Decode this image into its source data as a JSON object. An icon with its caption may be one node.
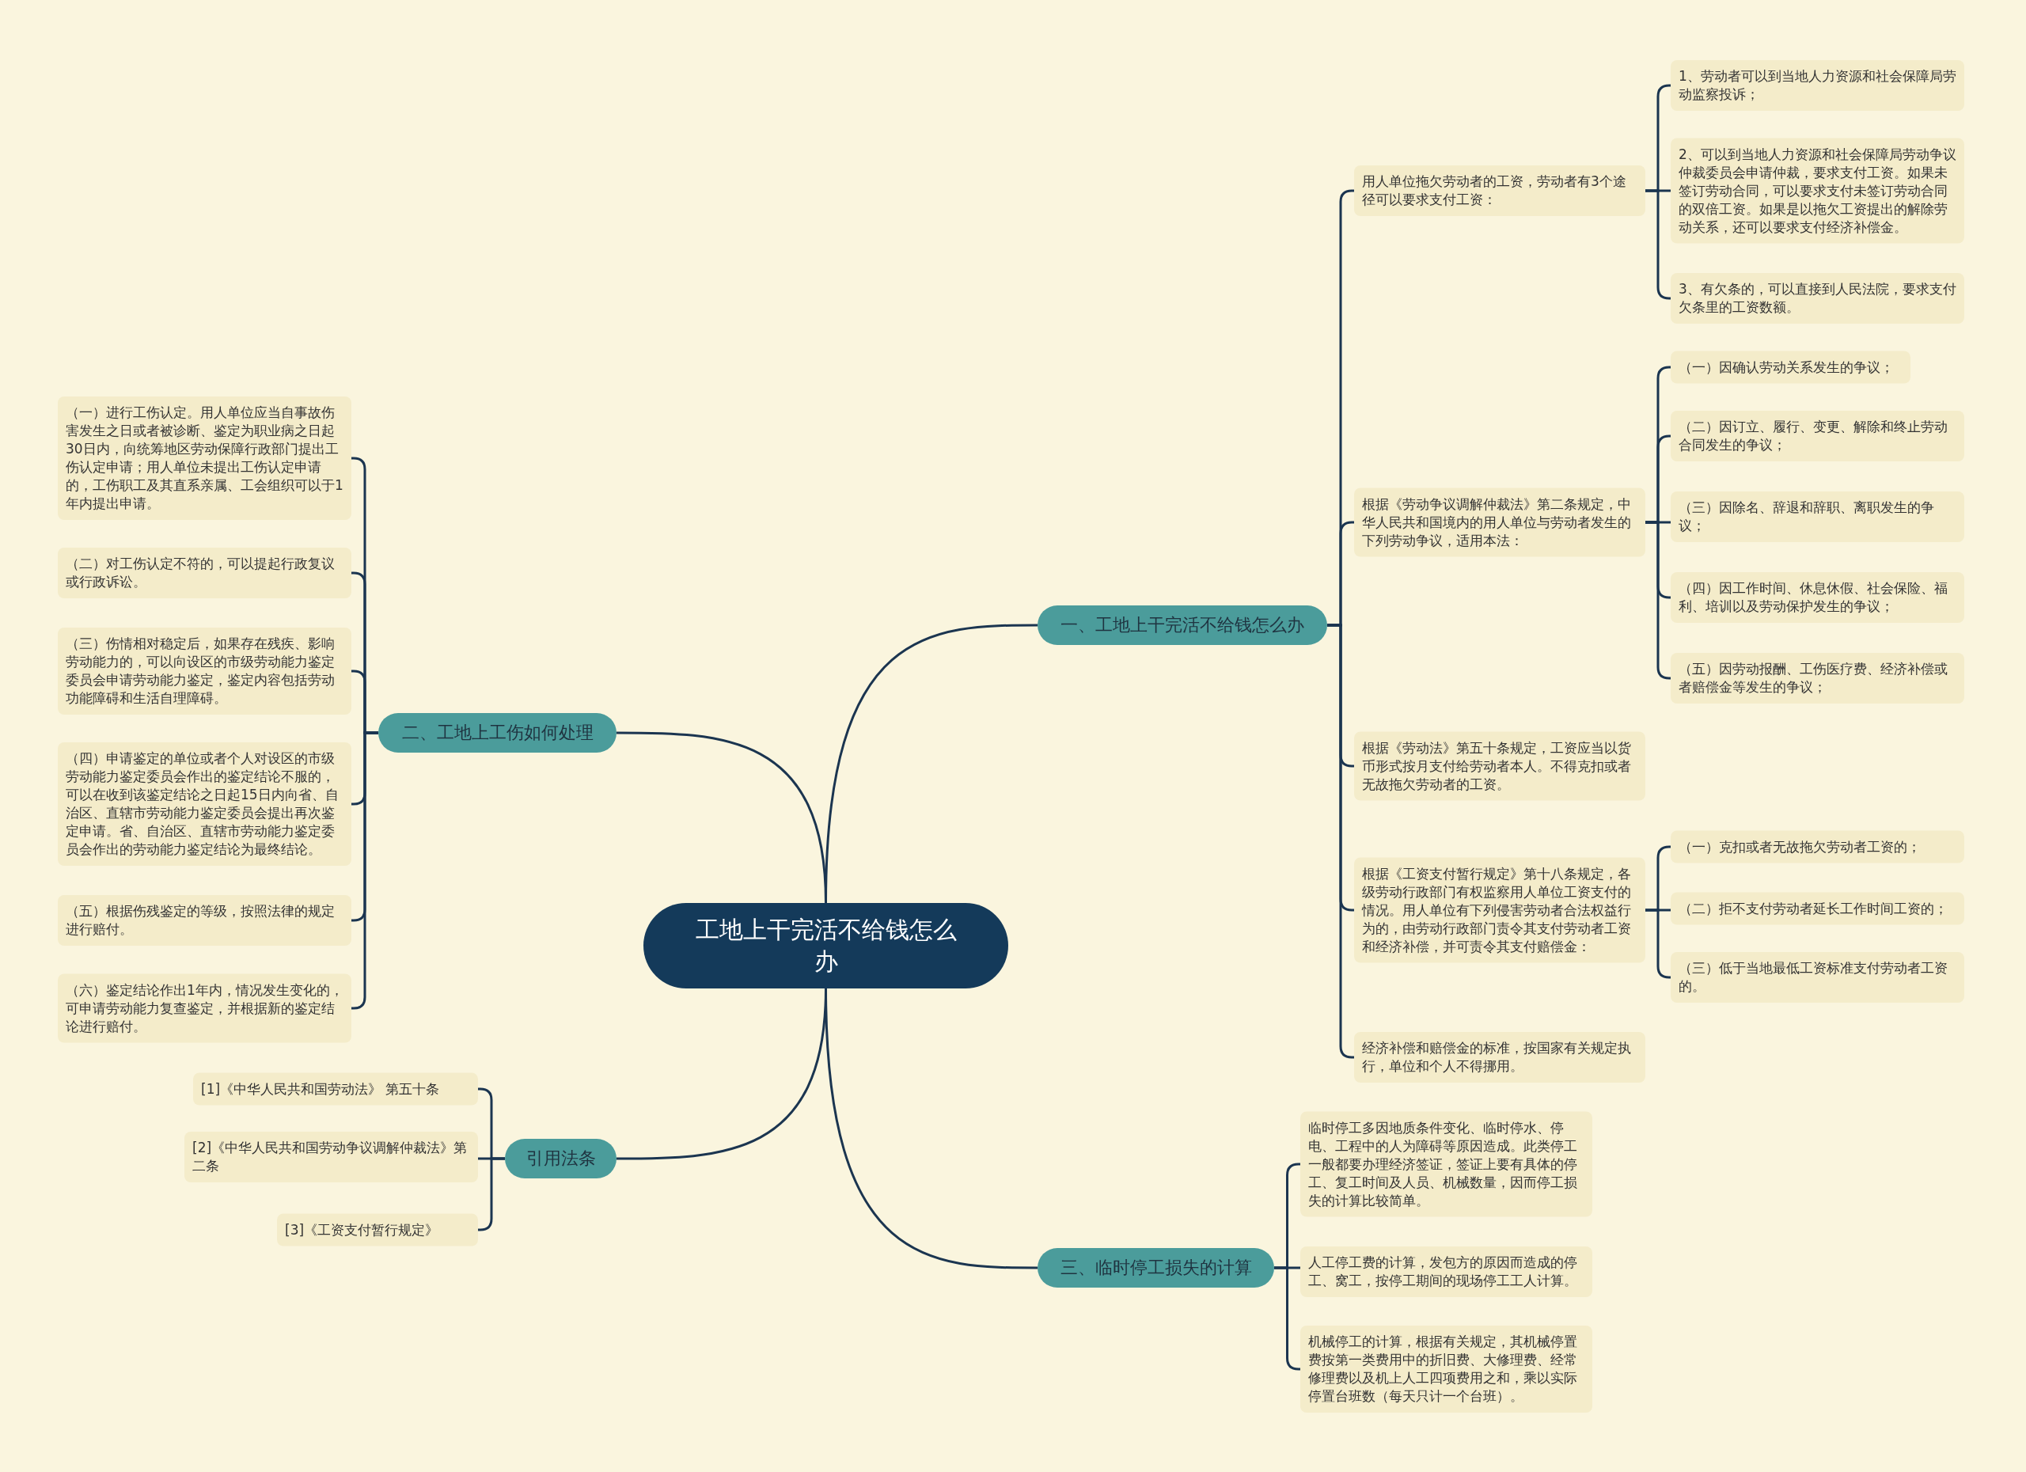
{
  "diagram": {
    "nodes": [
      {
        "text": [
          "工地上干完活不给钱怎么办"
        ]
      },
      {
        "text": [
          "一、工地上干完活不给钱怎么办"
        ]
      },
      {
        "text": [
          "用人单位拖欠劳动者的工资，劳动者有3个途径可以要求支付工资："
        ]
      },
      {
        "text": [
          "1、劳动者可以到当地人力资源和社会保障局劳动监察投诉；"
        ]
      },
      {
        "text": [
          "2、可以到当地人力资源和社会保障局劳动争议仲裁委员会申请仲裁，要求支付工资。如果未签订劳动合同，可以要求支付未签订劳动合同的双倍工资。如果是以拖欠工资提出的解除劳动关系，还可以要求支付经济补偿金。"
        ]
      },
      {
        "text": [
          "3、有欠条的，可以直接到人民法院，要求支付欠条里的工资数额。"
        ]
      },
      {
        "text": [
          "根据《劳动争议调解仲裁法》第二条规定，中华人民共和国境内的用人单位与劳动者发生的下列劳动争议，适用本法："
        ]
      },
      {
        "text": [
          "（一）因确认劳动关系发生的争议；"
        ]
      },
      {
        "text": [
          "（二）因订立、履行、变更、解除和终止劳动合同发生的争议；"
        ]
      },
      {
        "text": [
          "（三）因除名、辞退和辞职、离职发生的争议；"
        ]
      },
      {
        "text": [
          "（四）因工作时间、休息休假、社会保险、福利、培训以及劳动保护发生的争议；"
        ]
      },
      {
        "text": [
          "（五）因劳动报酬、工伤医疗费、经济补偿或者赔偿金等发生的争议；"
        ]
      },
      {
        "text": [
          "根据《劳动法》第五十条规定，工资应当以货币形式按月支付给劳动者本人。不得克扣或者无故拖欠劳动者的工资。"
        ]
      },
      {
        "text": [
          "根据《工资支付暂行规定》第十八条规定，各级劳动行政部门有权监察用人单位工资支付的情况。用人单位有下列侵害劳动者合法权益行为的，由劳动行政部门责令其支付劳动者工资和经济补偿，并可责令其支付赔偿金："
        ]
      },
      {
        "text": [
          "（一）克扣或者无故拖欠劳动者工资的；"
        ]
      },
      {
        "text": [
          "（二）拒不支付劳动者延长工作时间工资的；"
        ]
      },
      {
        "text": [
          "（三）低于当地最低工资标准支付劳动者工资的。"
        ]
      },
      {
        "text": [
          "经济补偿和赔偿金的标准，按国家有关规定执行，单位和个人不得挪用。"
        ]
      },
      {
        "text": [
          "二、工地上工伤如何处理"
        ]
      },
      {
        "text": [
          "（一）进行工伤认定。用人单位应当自事故伤害发生之日或者被诊断、鉴定为职业病之日起30日内，向统筹地区劳动保障行政部门提出工伤认定申请；用人单位未提出工伤认定申请的，工伤职工及其直系亲属、工会组织可以于1年内提出申请。"
        ]
      },
      {
        "text": [
          "（二）对工伤认定不符的，可以提起行政复议或行政诉讼。"
        ]
      },
      {
        "text": [
          "（三）伤情相对稳定后，如果存在残疾、影响劳动能力的，可以向设区的市级劳动能力鉴定委员会申请劳动能力鉴定，鉴定内容包括劳动功能障碍和生活自理障碍。"
        ]
      },
      {
        "text": [
          "（四）申请鉴定的单位或者个人对设区的市级劳动能力鉴定委员会作出的鉴定结论不服的，可以在收到该鉴定结论之日起15日内向省、自治区、直辖市劳动能力鉴定委员会提出再次鉴定申请。省、自治区、直辖市劳动能力鉴定委员会作出的劳动能力鉴定结论为最终结论。"
        ]
      },
      {
        "text": [
          "（五）根据伤残鉴定的等级，按照法律的规定进行赔付。"
        ]
      },
      {
        "text": [
          "（六）鉴定结论作出1年内，情况发生变化的，可申请劳动能力复查鉴定，并根据新的鉴定结论进行赔付。"
        ]
      },
      {
        "text": [
          "引用法条"
        ]
      },
      {
        "text": [
          "[1]《中华人民共和国劳动法》 第五十条"
        ]
      },
      {
        "text": [
          "[2]《中华人民共和国劳动争议调解仲裁法》第二条"
        ]
      },
      {
        "text": [
          "[3]《工资支付暂行规定》"
        ]
      },
      {
        "text": [
          "三、临时停工损失的计算"
        ]
      },
      {
        "text": [
          "临时停工多因地质条件变化、临时停水、停电、工程中的人为障碍等原因造成。此类停工一般都要办理经济签证，签证上要有具体的停工、复工时间及人员、机械数量，因而停工损失的计算比较简单。"
        ]
      },
      {
        "text": [
          "人工停工费的计算，发包方的原因而造成的停工、窝工，按停工期间的现场停工工人计算。"
        ]
      },
      {
        "text": [
          "机械停工的计算，根据有关规定，其机械停置费按第一类费用中的折旧费、大修理费、经常修理费以及机上人工四项费用之和，乘以实际停置台班数（每天只计一个台班）。"
        ]
      }
    ],
    "edges": [
      {
        "from": 0,
        "to": 1,
        "arrow": "none"
      },
      {
        "from": 1,
        "to": 2,
        "arrow": "none"
      },
      {
        "from": 2,
        "to": 3,
        "arrow": "none"
      },
      {
        "from": 2,
        "to": 4,
        "arrow": "none"
      },
      {
        "from": 2,
        "to": 5,
        "arrow": "none"
      },
      {
        "from": 1,
        "to": 6,
        "arrow": "none"
      },
      {
        "from": 6,
        "to": 7,
        "arrow": "none"
      },
      {
        "from": 6,
        "to": 8,
        "arrow": "none"
      },
      {
        "from": 6,
        "to": 9,
        "arrow": "none"
      },
      {
        "from": 6,
        "to": 10,
        "arrow": "none"
      },
      {
        "from": 6,
        "to": 11,
        "arrow": "none"
      },
      {
        "from": 1,
        "to": 12,
        "arrow": "none"
      },
      {
        "from": 1,
        "to": 13,
        "arrow": "none"
      },
      {
        "from": 13,
        "to": 14,
        "arrow": "none"
      },
      {
        "from": 13,
        "to": 15,
        "arrow": "none"
      },
      {
        "from": 13,
        "to": 16,
        "arrow": "none"
      },
      {
        "from": 1,
        "to": 17,
        "arrow": "none"
      },
      {
        "from": 0,
        "to": 18,
        "arrow": "none"
      },
      {
        "from": 18,
        "to": 19,
        "arrow": "none"
      },
      {
        "from": 18,
        "to": 20,
        "arrow": "none"
      },
      {
        "from": 18,
        "to": 21,
        "arrow": "none"
      },
      {
        "from": 18,
        "to": 22,
        "arrow": "none"
      },
      {
        "from": 18,
        "to": 23,
        "arrow": "none"
      },
      {
        "from": 18,
        "to": 24,
        "arrow": "none"
      },
      {
        "from": 0,
        "to": 25,
        "arrow": "none"
      },
      {
        "from": 25,
        "to": 26,
        "arrow": "none"
      },
      {
        "from": 25,
        "to": 27,
        "arrow": "none"
      },
      {
        "from": 25,
        "to": 28,
        "arrow": "none"
      },
      {
        "from": 0,
        "to": 29,
        "arrow": "none"
      },
      {
        "from": 29,
        "to": 30,
        "arrow": "none"
      },
      {
        "from": 29,
        "to": 31,
        "arrow": "none"
      },
      {
        "from": 29,
        "to": 32,
        "arrow": "none"
      }
    ]
  }
}
